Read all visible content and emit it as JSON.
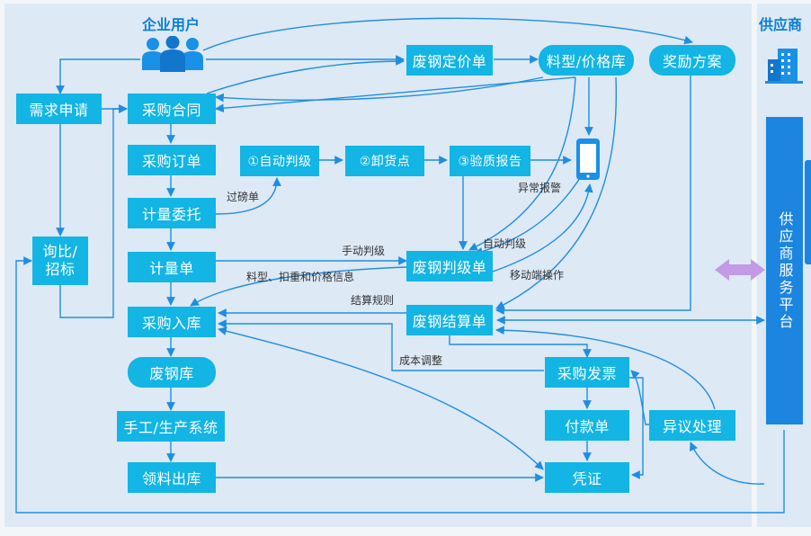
{
  "header": {
    "enterprise_user": "企业用户",
    "supplier": "供应商"
  },
  "platform": {
    "label": "供应商服务平台"
  },
  "nodes": {
    "demand": "需求申请",
    "contract": "采购合同",
    "order": "采购订单",
    "measure_entrust": "计量委托",
    "measure_bill": "计量单",
    "inquiry": "询比/\n招标",
    "inbound": "采购入库",
    "scrap_store": "废钢库",
    "manual_system": "手工/生产系统",
    "issue_out": "领料出库",
    "pricing": "废钢定价单",
    "material_price_lib": "料型/价格库",
    "reward": "奖励方案",
    "auto_grade": "①自动判级",
    "unload": "②卸货点",
    "quality_report": "③验质报告",
    "grade_bill": "废钢判级单",
    "settlement": "废钢结算单",
    "invoice": "采购发票",
    "payment": "付款单",
    "voucher": "凭证",
    "objection": "异议处理"
  },
  "labels": {
    "weighbridge": "过磅单",
    "manual_grade": "手动判级",
    "auto_grade2": "自动判级",
    "abnormal_alarm": "异常报警",
    "mobile_op": "移动端操作",
    "material_info": "料型、扣重和价格信息",
    "settle_rule": "结算规则",
    "cost_adjust": "成本调整"
  },
  "colors": {
    "node": "#12b5e4",
    "line": "#1f8ee0",
    "platform": "#1c85e0",
    "title": "#0a7fd8",
    "swap_arrow": "#c39ae6"
  }
}
